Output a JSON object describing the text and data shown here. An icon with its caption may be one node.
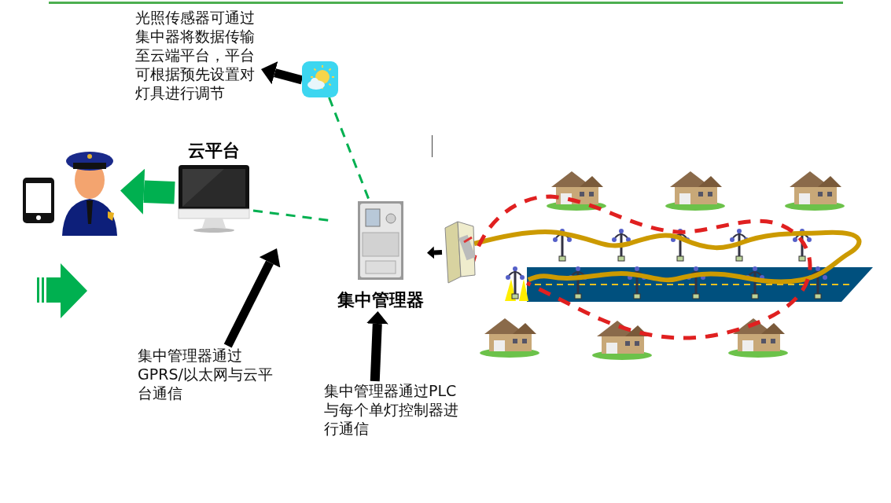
{
  "diagram": {
    "nodes": [
      {
        "text": [
          "光照传感器可通过集中器将数据传输至云端平台，平台可根据预先设置对灯具进行调节"
        ]
      },
      {
        "text": [],
        "shape": "picture"
      },
      {
        "text": [
          "云平台"
        ]
      },
      {
        "text": [],
        "shape": "picture"
      },
      {
        "text": [
          "集中管理器"
        ]
      },
      {
        "text": [
          "集中管理器通过GPRS/以太网与云平台通信"
        ]
      },
      {
        "text": [
          "集中管理器通过PLC与每个单灯控制器进行通信"
        ]
      },
      {
        "text": [],
        "shape": "picture"
      }
    ],
    "edges": [
      {
        "from": 1,
        "to": 0,
        "arrow": "to"
      },
      {
        "from": 1,
        "to": 4,
        "arrow": "none",
        "style": "dashed",
        "color": "#00b050"
      },
      {
        "from": 2,
        "to": 4,
        "arrow": "none",
        "style": "dashed",
        "color": "#00b050"
      },
      {
        "from": 2,
        "to": 3,
        "arrow": "to",
        "style": "thick",
        "color": "#00b050"
      },
      {
        "from": 5,
        "to": 2,
        "arrow": "to"
      },
      {
        "from": 6,
        "to": 4,
        "arrow": "to"
      },
      {
        "from": 7,
        "to": 4,
        "arrow": "to"
      }
    ]
  }
}
